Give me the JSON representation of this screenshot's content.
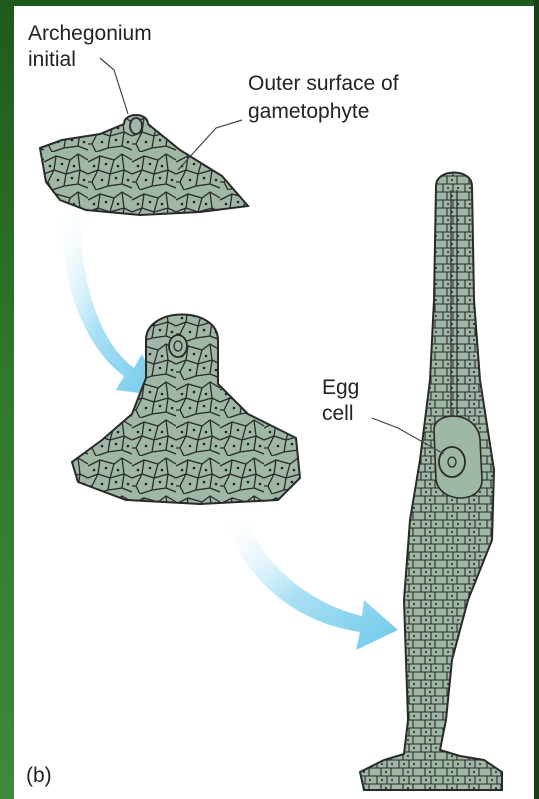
{
  "labels": {
    "archegonium_initial": [
      "Archegonium",
      "initial"
    ],
    "outer_surface": [
      "Outer surface of",
      "gametophyte"
    ],
    "egg_cell": [
      "Egg",
      "cell"
    ],
    "panel": "(b)"
  },
  "colors": {
    "tissue_fill": "#9fb8a6",
    "cell_wall": "#2a2a2a",
    "arrow": "#7fd0ec",
    "frame": "#2d6b2a"
  }
}
